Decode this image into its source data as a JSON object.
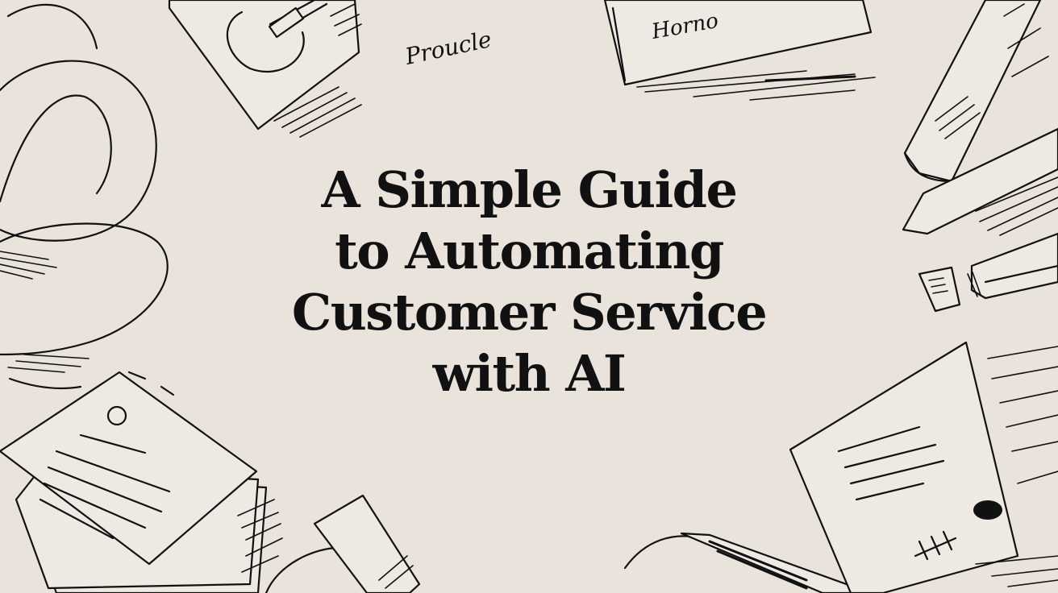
{
  "title_lines": [
    "A Simple Guide",
    "to Automating",
    "Customer Service",
    "with AI"
  ],
  "sketch_labels": {
    "note_left": "Proucle",
    "note_right": "Horno"
  },
  "colors": {
    "background": "#e9e3dc",
    "ink": "#111111"
  },
  "icons": [
    "sketch-coffee-cup-icon",
    "sketch-saucer-icon",
    "sketch-notepad-clip-icon",
    "sketch-envelope-icon",
    "sketch-pen-icon",
    "sketch-stapler-icon",
    "sketch-sticky-note-icon",
    "sketch-document-stack-icon",
    "sketch-phone-handset-icon",
    "sketch-cable-icon",
    "sketch-letter-icon"
  ]
}
